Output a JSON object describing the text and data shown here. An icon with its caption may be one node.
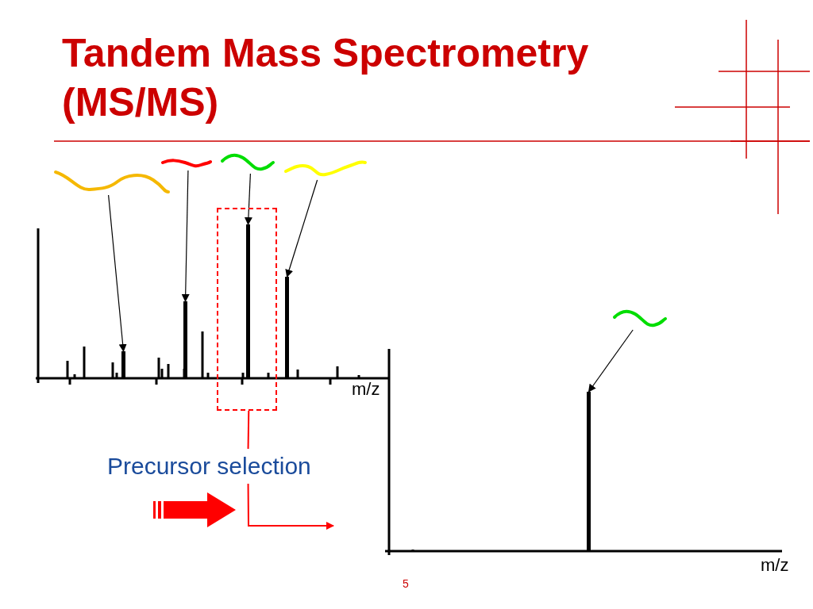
{
  "diagram": {
    "title": "Tandem Mass Spectrometry (MS/MS)",
    "nodes": [
      {
        "text": [],
        "shape": "curve"
      },
      {
        "text": [],
        "shape": "curve"
      },
      {
        "text": [],
        "shape": "curve"
      },
      {
        "text": [],
        "shape": "curve"
      },
      {
        "text": [],
        "shape": "box"
      },
      {
        "text": [],
        "shape": "bar"
      },
      {
        "text": [],
        "shape": "bar"
      },
      {
        "text": [],
        "shape": "bar",
        "in": 4
      },
      {
        "text": [],
        "shape": "bar"
      },
      {
        "text": [
          "Precursor selection"
        ]
      },
      {
        "text": [],
        "shape": "curve"
      },
      {
        "text": [],
        "shape": "bar"
      }
    ],
    "edges": [
      {
        "from": 0,
        "to": 5,
        "arrow": "to"
      },
      {
        "from": 1,
        "to": 6,
        "arrow": "to"
      },
      {
        "from": 2,
        "to": 7,
        "arrow": "to"
      },
      {
        "from": 3,
        "to": 8,
        "arrow": "to"
      },
      {
        "from": 4,
        "to": 9,
        "arrow": "none",
        "color": "#ff0000"
      },
      {
        "from": 9,
        "to": null,
        "arrow": "to",
        "color": "#ff0000"
      },
      {
        "from": 10,
        "to": 11,
        "arrow": "to"
      }
    ],
    "labels": [
      "m/z",
      "m/z",
      "5"
    ]
  }
}
